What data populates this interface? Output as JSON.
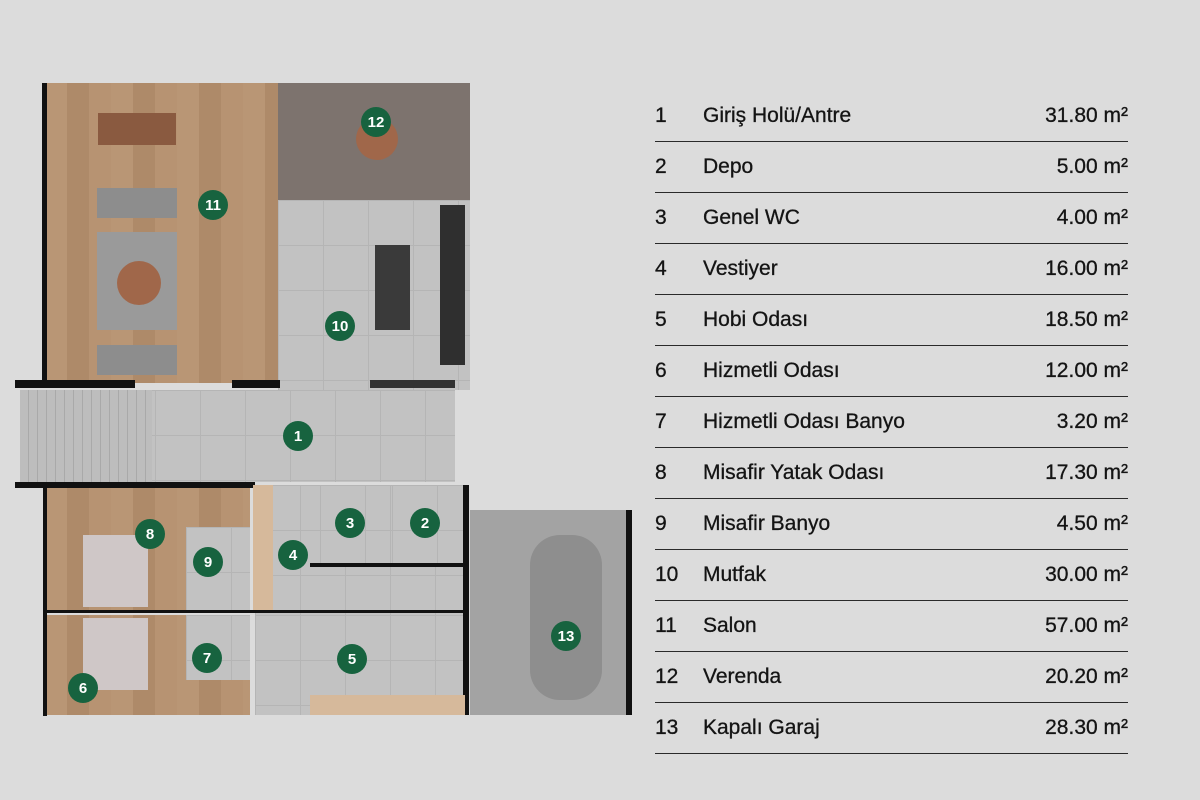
{
  "colors": {
    "marker": "#17633f",
    "background": "#dcdcdc",
    "text": "#141414"
  },
  "rooms": [
    {
      "num": "1",
      "name": "Giriş Holü/Antre",
      "area": "31.80 m²"
    },
    {
      "num": "2",
      "name": "Depo",
      "area": "5.00 m²"
    },
    {
      "num": "3",
      "name": "Genel WC",
      "area": "4.00 m²"
    },
    {
      "num": "4",
      "name": "Vestiyer",
      "area": "16.00 m²"
    },
    {
      "num": "5",
      "name": "Hobi Odası",
      "area": "18.50 m²"
    },
    {
      "num": "6",
      "name": "Hizmetli Odası",
      "area": "12.00 m²"
    },
    {
      "num": "7",
      "name": "Hizmetli Odası Banyo",
      "area": "3.20 m²"
    },
    {
      "num": "8",
      "name": "Misafir Yatak Odası",
      "area": "17.30 m²"
    },
    {
      "num": "9",
      "name": "Misafir Banyo",
      "area": "4.50 m²"
    },
    {
      "num": "10",
      "name": "Mutfak",
      "area": "30.00 m²"
    },
    {
      "num": "11",
      "name": "Salon",
      "area": "57.00 m²"
    },
    {
      "num": "12",
      "name": "Verenda",
      "area": "20.20 m²"
    },
    {
      "num": "13",
      "name": "Kapalı Garaj",
      "area": "28.30 m²"
    }
  ]
}
